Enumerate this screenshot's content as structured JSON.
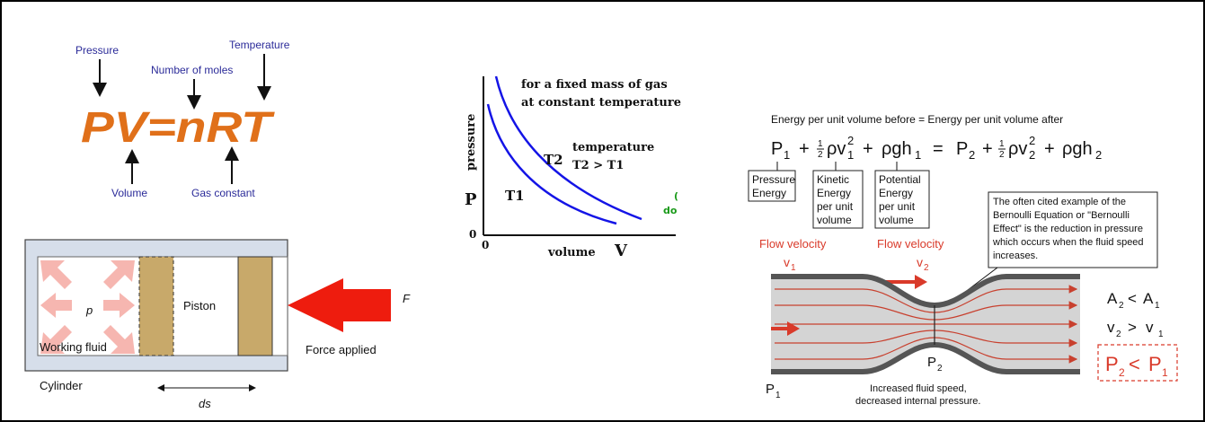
{
  "ideal_gas": {
    "equation": "PV=nRT",
    "pressure": "Pressure",
    "moles": "Number of moles",
    "temperature": "Temperature",
    "volume": "Volume",
    "gas_constant": "Gas constant",
    "colors": {
      "equation": "#e0701a",
      "labels": "#2b2b99"
    }
  },
  "piston": {
    "p": "p",
    "piston": "Piston",
    "working_fluid": "Working fluid",
    "cylinder": "Cylinder",
    "ds": "ds",
    "F": "F",
    "force_applied": "Force applied"
  },
  "boyle": {
    "caption_line1": "for a fixed mass of gas",
    "caption_line2": "at constant temperature",
    "temperature": "temperature",
    "relation": "T2 > T1",
    "t1": "T1",
    "t2": "T2",
    "pressure_axis": "pressure",
    "p_symbol": "P",
    "volume_axis": "volume",
    "v_symbol": "V",
    "origin_y": "0",
    "origin_x": "0",
    "edge_text_1": "(",
    "edge_text_2": "do"
  },
  "bernoulli": {
    "headline": "Energy per unit volume before = Energy per unit volume after",
    "pressure_energy": [
      "Pressure",
      "Energy"
    ],
    "kinetic_energy": [
      "Kinetic",
      "Energy",
      "per unit",
      "volume"
    ],
    "potential_energy": [
      "Potential",
      "Energy",
      "per unit",
      "volume"
    ],
    "note": [
      "The often cited example of the",
      "Bernoulli Equation or \"Bernoulli",
      "Effect\" is the reduction in pressure",
      "which occurs when the fluid speed",
      "increases."
    ],
    "flow_velocity": "Flow velocity",
    "v1": "v",
    "v2": "v",
    "p1": "P",
    "p2": "P",
    "caption_line1": "Increased fluid speed,",
    "caption_line2": "decreased internal pressure.",
    "cond_area": "A",
    "cond_velocity": "v",
    "cond_pressure": "P"
  }
}
